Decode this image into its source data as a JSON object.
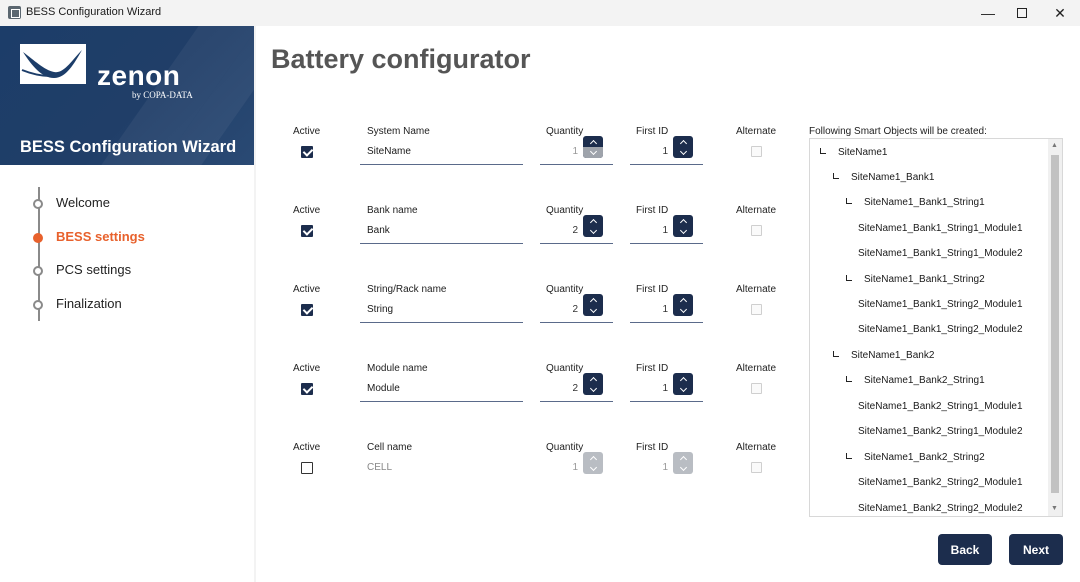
{
  "window": {
    "title": "BESS Configuration Wizard",
    "minimize": "—",
    "close": "✕"
  },
  "sidebar": {
    "logo_text": "zenon",
    "logo_sub": "by COPA-DATA",
    "wizard_title": "BESS Configuration Wizard",
    "steps": [
      {
        "label": "Welcome",
        "active": false
      },
      {
        "label": "BESS settings",
        "active": true
      },
      {
        "label": "PCS settings",
        "active": false
      },
      {
        "label": "Finalization",
        "active": false
      }
    ]
  },
  "main": {
    "title": "Battery configurator",
    "rows": [
      {
        "active_label": "Active",
        "active": true,
        "name_label": "System Name",
        "name_value": "SiteName",
        "qty_label": "Quantity",
        "qty": "1",
        "first_label": "First ID",
        "first": "1",
        "alt_label": "Alternate"
      },
      {
        "active_label": "Active",
        "active": true,
        "name_label": "Bank name",
        "name_value": "Bank",
        "qty_label": "Quantity",
        "qty": "2",
        "first_label": "First ID",
        "first": "1",
        "alt_label": "Alternate"
      },
      {
        "active_label": "Active",
        "active": true,
        "name_label": "String/Rack name",
        "name_value": "String",
        "qty_label": "Quantity",
        "qty": "2",
        "first_label": "First ID",
        "first": "1",
        "alt_label": "Alternate"
      },
      {
        "active_label": "Active",
        "active": true,
        "name_label": "Module name",
        "name_value": "Module",
        "qty_label": "Quantity",
        "qty": "2",
        "first_label": "First ID",
        "first": "1",
        "alt_label": "Alternate"
      },
      {
        "active_label": "Active",
        "active": false,
        "name_label": "Cell name",
        "name_value": "CELL",
        "qty_label": "Quantity",
        "qty": "1",
        "first_label": "First ID",
        "first": "1",
        "alt_label": "Alternate"
      }
    ],
    "tree_label": "Following Smart Objects will be created:",
    "tree": [
      {
        "text": "SiteName1",
        "level": 0,
        "expander": true
      },
      {
        "text": "SiteName1_Bank1",
        "level": 1,
        "expander": true
      },
      {
        "text": "SiteName1_Bank1_String1",
        "level": 2,
        "expander": true
      },
      {
        "text": "SiteName1_Bank1_String1_Module1",
        "level": 3,
        "expander": false
      },
      {
        "text": "SiteName1_Bank1_String1_Module2",
        "level": 3,
        "expander": false
      },
      {
        "text": "SiteName1_Bank1_String2",
        "level": 2,
        "expander": true
      },
      {
        "text": "SiteName1_Bank1_String2_Module1",
        "level": 3,
        "expander": false
      },
      {
        "text": "SiteName1_Bank1_String2_Module2",
        "level": 3,
        "expander": false
      },
      {
        "text": "SiteName1_Bank2",
        "level": 1,
        "expander": true
      },
      {
        "text": "SiteName1_Bank2_String1",
        "level": 2,
        "expander": true
      },
      {
        "text": "SiteName1_Bank2_String1_Module1",
        "level": 3,
        "expander": false
      },
      {
        "text": "SiteName1_Bank2_String1_Module2",
        "level": 3,
        "expander": false
      },
      {
        "text": "SiteName1_Bank2_String2",
        "level": 2,
        "expander": true
      },
      {
        "text": "SiteName1_Bank2_String2_Module1",
        "level": 3,
        "expander": false
      },
      {
        "text": "SiteName1_Bank2_String2_Module2",
        "level": 3,
        "expander": false
      }
    ],
    "back_label": "Back",
    "next_label": "Next"
  },
  "colors": {
    "accent": "#e8612c",
    "brand_navy": "#1c2d4d",
    "header_blue": "#203e68"
  }
}
